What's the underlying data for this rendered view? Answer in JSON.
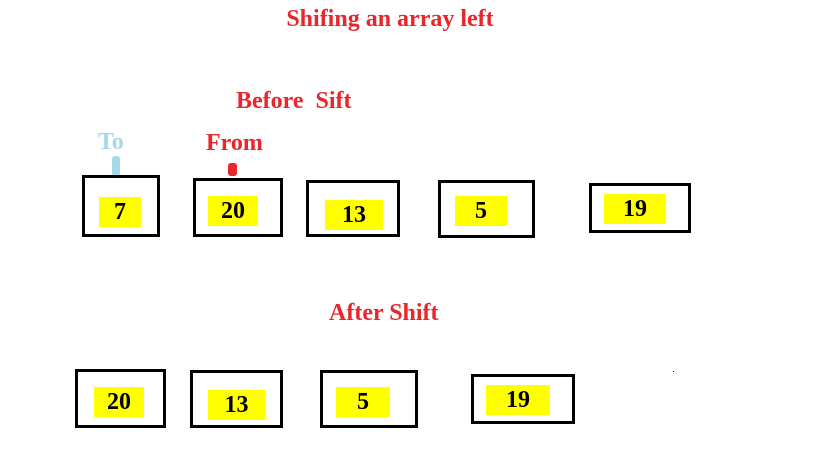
{
  "title": "Shifing an array left",
  "before": {
    "heading": "Before  Sift",
    "to_label": "To",
    "from_label": "From",
    "cells": [
      "7",
      "20",
      "13",
      "5",
      "19"
    ]
  },
  "after": {
    "heading": "After Shift",
    "cells": [
      "20",
      "13",
      "5",
      "19"
    ]
  },
  "colors": {
    "heading": "#e8262b",
    "to_pointer": "#a6d8e8",
    "from_pointer": "#e8262b",
    "value_highlight": "#ffff00",
    "cell_border": "#000000"
  }
}
